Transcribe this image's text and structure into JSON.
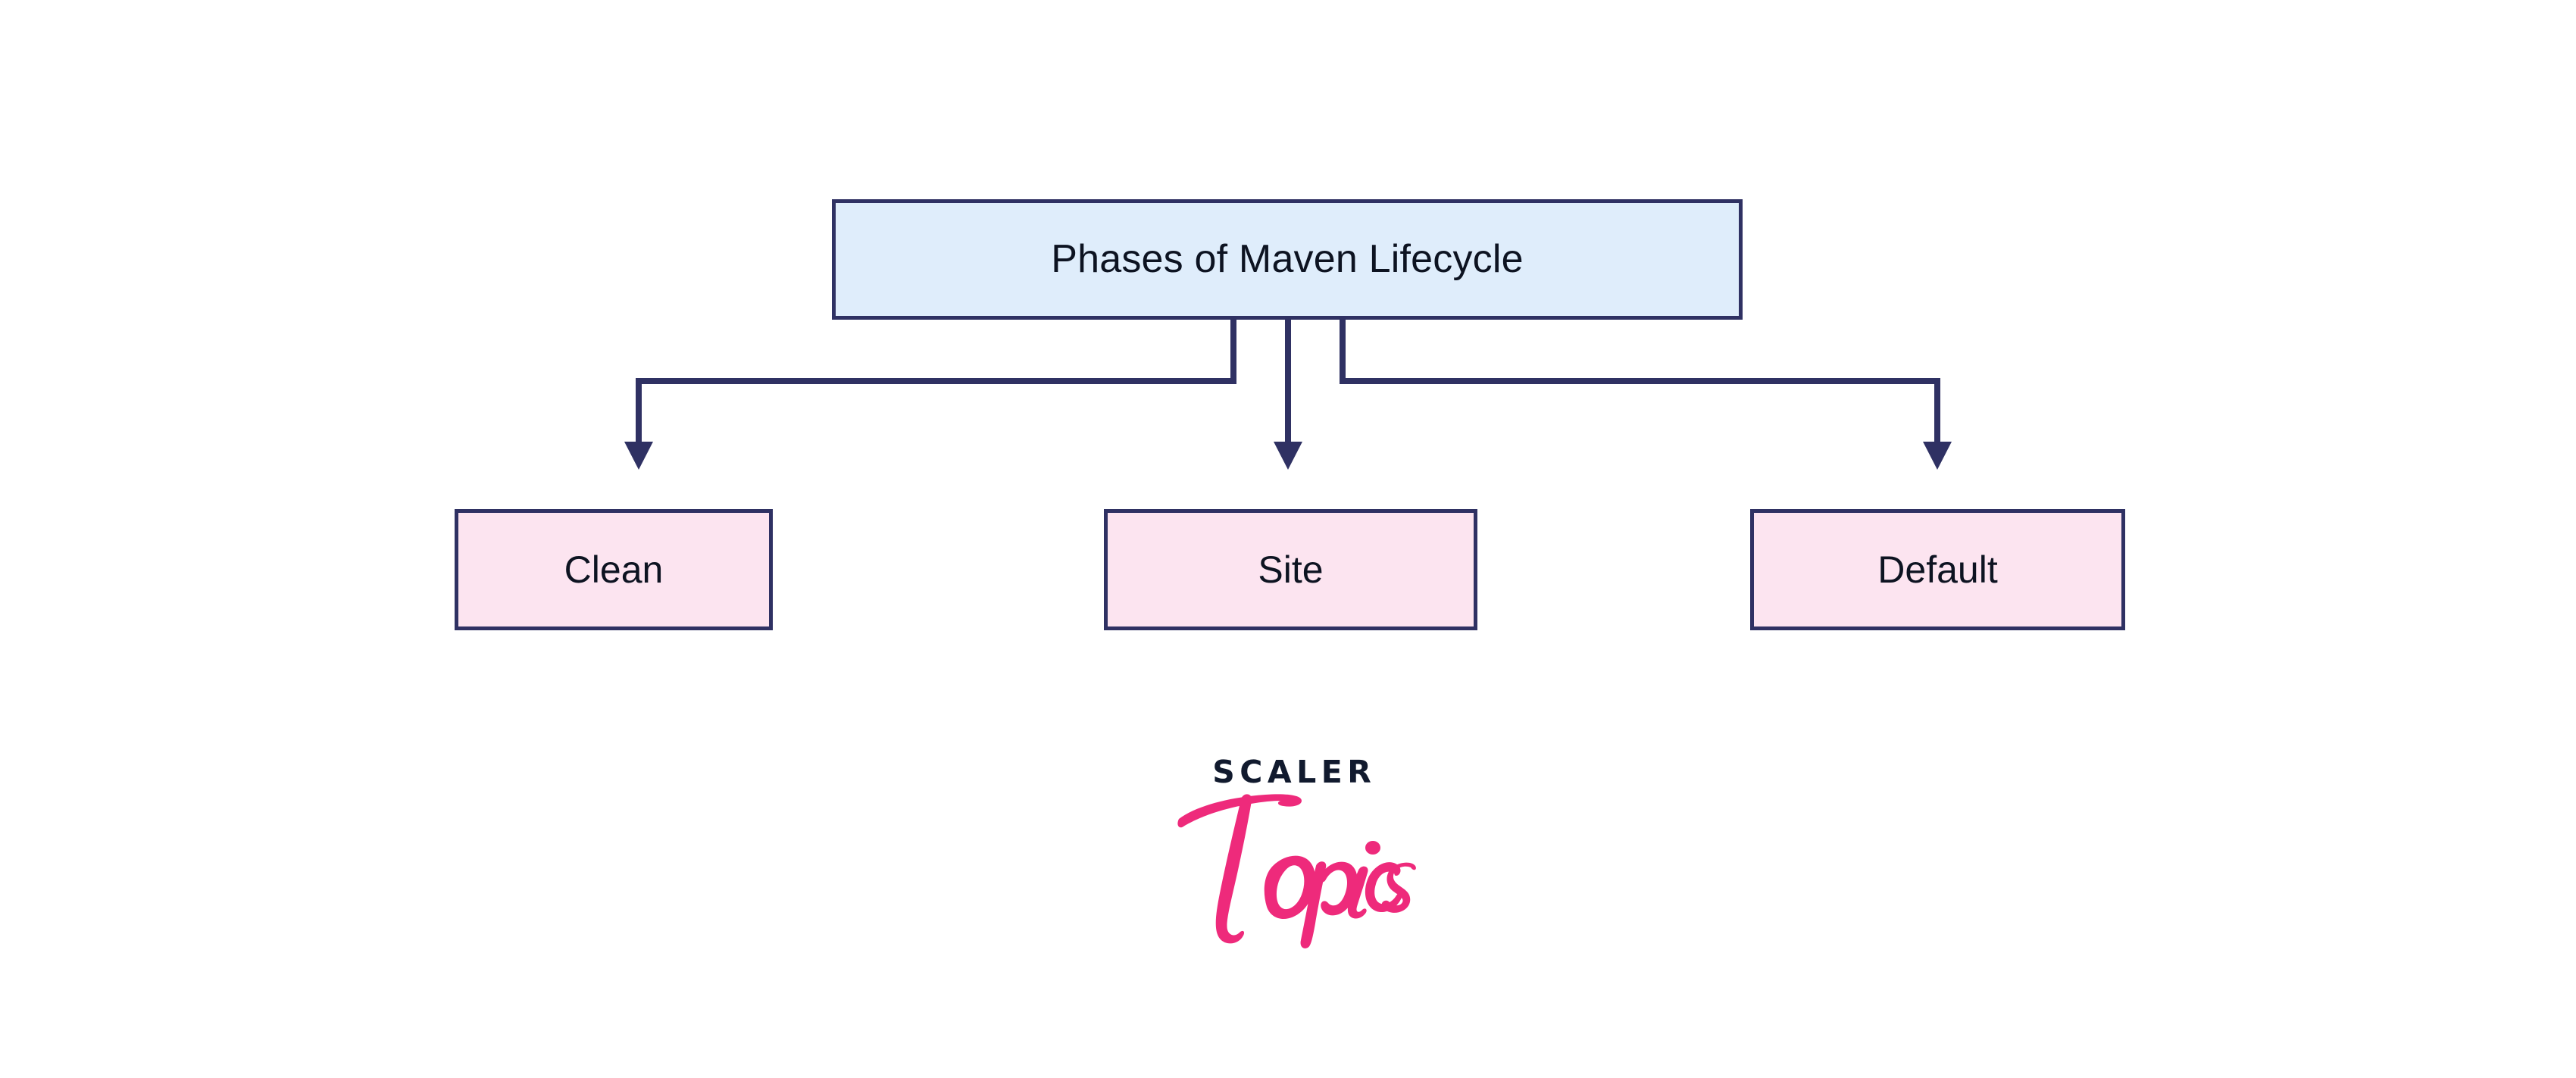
{
  "diagram": {
    "title": "Phases of Maven Lifecycle",
    "root": {
      "label": "Phases of Maven Lifecycle",
      "fill": "#dfedfb",
      "stroke": "#2f3163"
    },
    "children": [
      {
        "label": "Clean",
        "fill": "#fce4f0",
        "stroke": "#2f3163"
      },
      {
        "label": "Site",
        "fill": "#fce4f0",
        "stroke": "#2f3163"
      },
      {
        "label": "Default",
        "fill": "#fce4f0",
        "stroke": "#2f3163"
      }
    ],
    "connector_color": "#2f3163",
    "background": "#ffffff"
  },
  "logo": {
    "wordmark": "SCALER",
    "script": "Topics",
    "wordmark_color": "#111a2e",
    "script_color": "#ee2a7b"
  }
}
